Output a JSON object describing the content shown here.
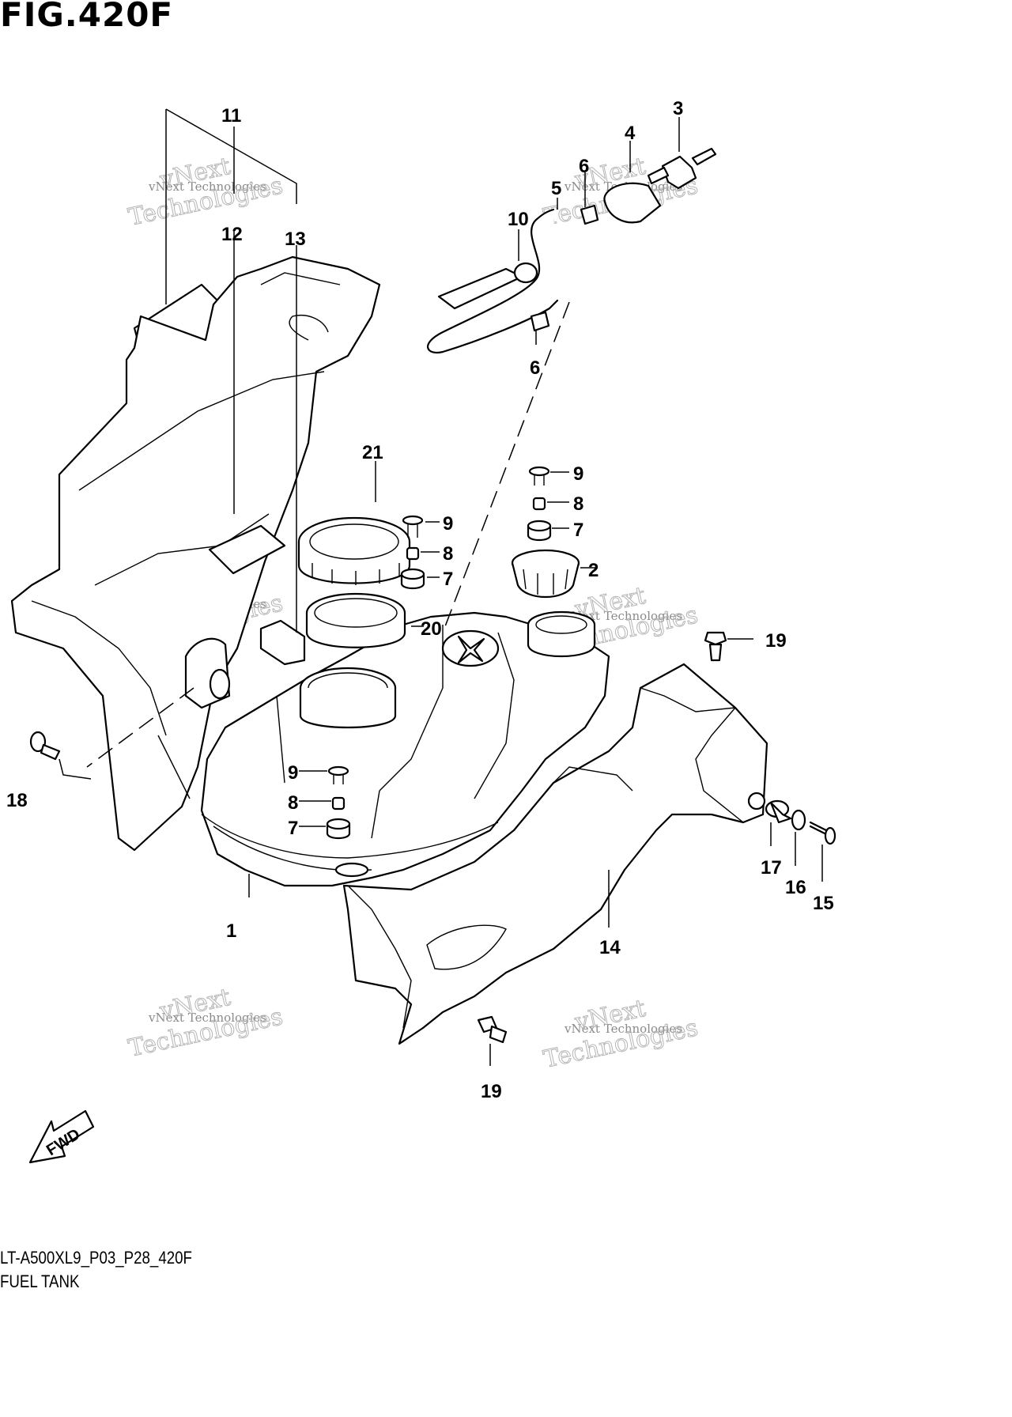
{
  "figure": {
    "title": "FIG.420F",
    "code": "LT-A500XL9_P03_P28_420F",
    "name": "FUEL TANK",
    "fwd_label": "FWD"
  },
  "callouts": {
    "c1": "1",
    "c2": "2",
    "c3": "3",
    "c4": "4",
    "c5": "5",
    "c6a": "6",
    "c6b": "6",
    "c7a": "7",
    "c7b": "7",
    "c7c": "7",
    "c8a": "8",
    "c8b": "8",
    "c8c": "8",
    "c9a": "9",
    "c9b": "9",
    "c9c": "9",
    "c10": "10",
    "c11": "11",
    "c12": "12",
    "c13": "13",
    "c14": "14",
    "c15": "15",
    "c16": "16",
    "c17": "17",
    "c18": "18",
    "c19a": "19",
    "c19b": "19",
    "c20": "20",
    "c21": "21"
  },
  "watermark": {
    "line1": "vNext Technologies",
    "line2": "Technologies",
    "line3": "vNext"
  }
}
